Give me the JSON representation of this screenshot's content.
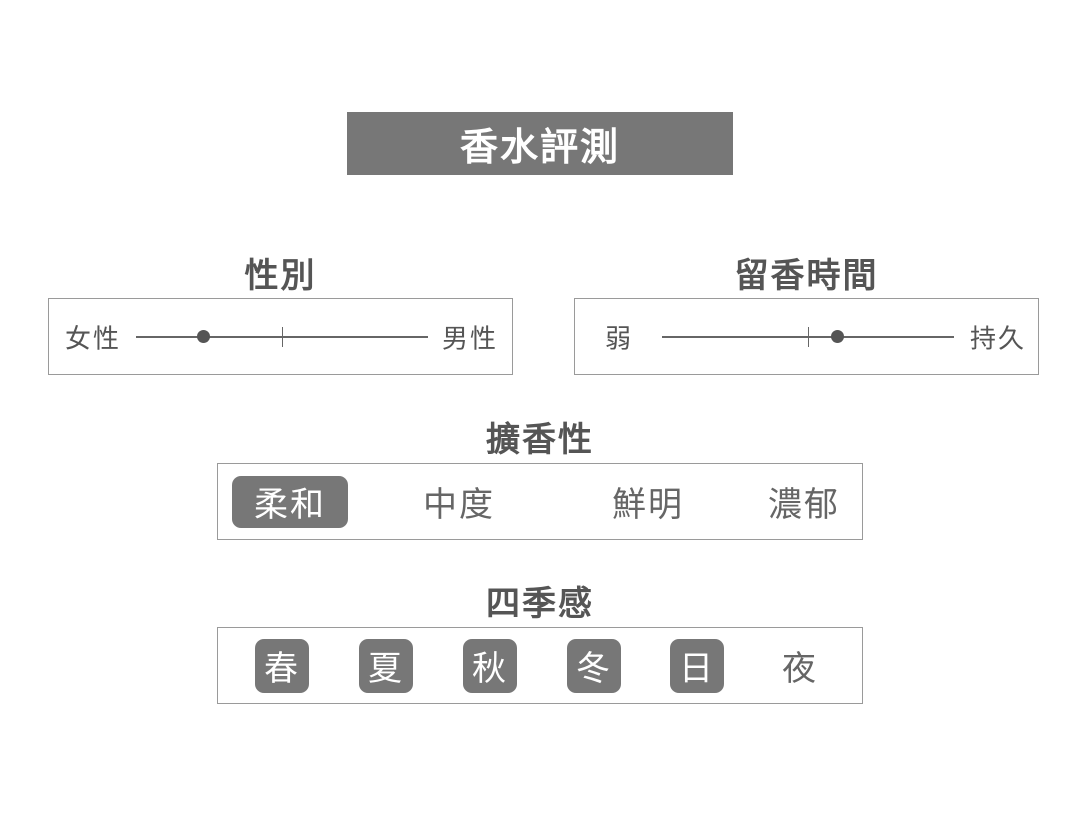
{
  "title": "香水評測",
  "gender": {
    "heading": "性別",
    "left_label": "女性",
    "right_label": "男性",
    "value": 0.23
  },
  "longevity": {
    "heading": "留香時間",
    "left_label": "弱",
    "right_label": "持久",
    "value": 0.6
  },
  "sillage": {
    "heading": "擴香性",
    "options": [
      {
        "label": "柔和",
        "selected": true
      },
      {
        "label": "中度",
        "selected": false
      },
      {
        "label": "鮮明",
        "selected": false
      },
      {
        "label": "濃郁",
        "selected": false
      }
    ]
  },
  "seasons": {
    "heading": "四季感",
    "options": [
      {
        "label": "春",
        "selected": true
      },
      {
        "label": "夏",
        "selected": true
      },
      {
        "label": "秋",
        "selected": true
      },
      {
        "label": "冬",
        "selected": true
      },
      {
        "label": "日",
        "selected": true
      },
      {
        "label": "夜",
        "selected": false
      }
    ]
  },
  "colors": {
    "accent": "#777777",
    "text": "#555555",
    "border": "#9a9a9a"
  }
}
